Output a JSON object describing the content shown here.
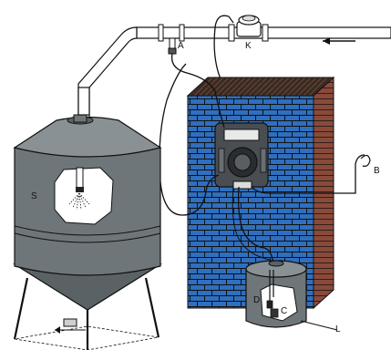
{
  "labels": {
    "A": "A",
    "K": "K",
    "S": "S",
    "B": "B",
    "D": "D",
    "C": "C",
    "L": "L"
  },
  "colors": {
    "tank_fill": "#6e7679",
    "tank_dark": "#5a6265",
    "tank_light": "#8a9194",
    "brick_blue": "#2f6fbf",
    "brick_side": "#8a4a3a",
    "brick_top": "#3a2a22",
    "pump_body": "#4a4e52",
    "pipe_fill": "#ffffff",
    "line": "#111111"
  },
  "icons": [
    "water-meter-icon",
    "flow-arrow-icon",
    "spray-nozzle-icon",
    "dosing-pump-icon",
    "foot-valve-icon",
    "injection-valve-icon"
  ]
}
